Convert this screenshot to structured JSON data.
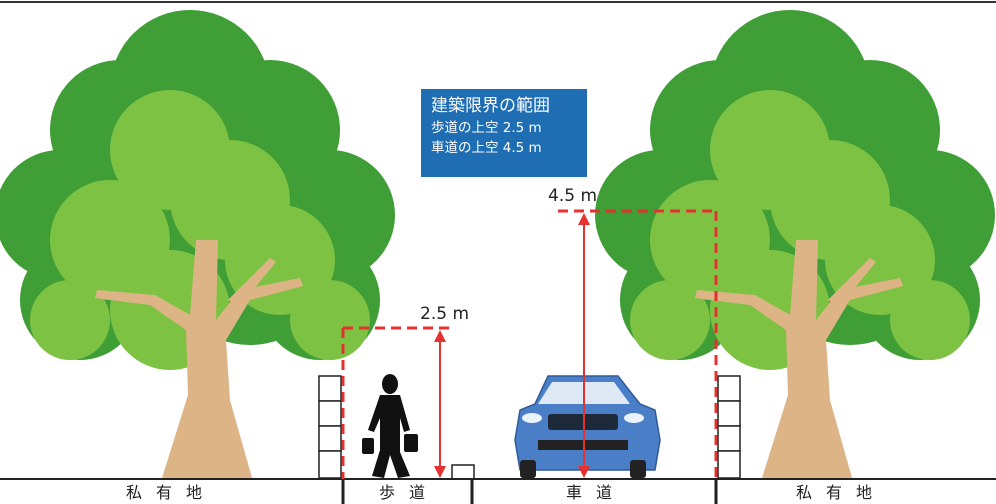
{
  "info_box": {
    "title": "建築限界の範囲",
    "sidewalk_line": "歩道の上空 2.5 m",
    "roadway_line": "車道の上空 4.5 m"
  },
  "dimensions": {
    "sidewalk_height": "2.5 m",
    "roadway_height": "4.5 m"
  },
  "zones": {
    "private_left": "私有地",
    "sidewalk": "歩道",
    "roadway": "車道",
    "private_right": "私有地"
  },
  "colors": {
    "clearance_line": "#e5312f",
    "info_box_bg": "#1f6db3",
    "tree_dark": "#3f9e35",
    "tree_light": "#7dc242",
    "trunk": "#ddb486",
    "car_body": "#4a7fc8"
  }
}
